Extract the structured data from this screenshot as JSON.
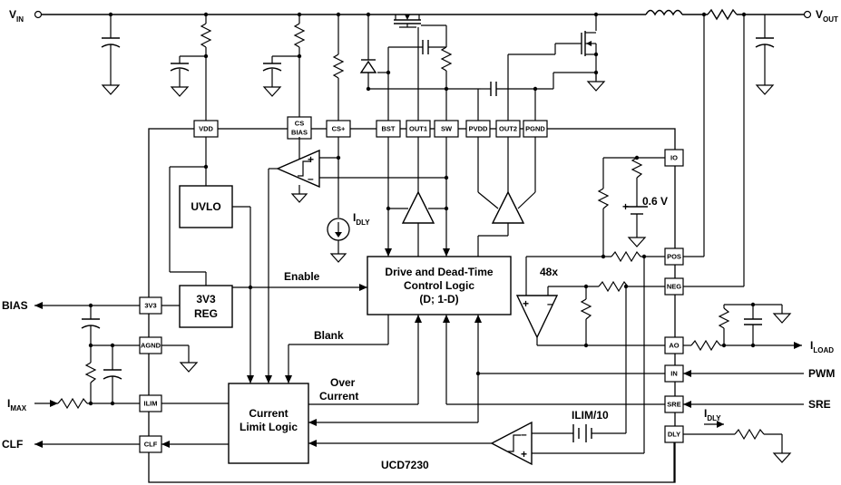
{
  "signals": {
    "vin": "V",
    "vin_sub": "IN",
    "vout": "V",
    "vout_sub": "OUT",
    "bias": "BIAS",
    "imax": "I",
    "imax_sub": "MAX",
    "clf": "CLF",
    "iload": "I",
    "iload_sub": "LOAD",
    "pwm": "PWM",
    "sre": "SRE",
    "idly": "I",
    "idly_sub": "DLY",
    "idly_src": "I",
    "idly_src_sub": "DLY"
  },
  "blocks": {
    "uvlo": "UVLO",
    "reg_line1": "3V3",
    "reg_line2": "REG",
    "drive_line1": "Drive and Dead-Time",
    "drive_line2": "Control Logic",
    "drive_line3": "(D; 1-D)",
    "clim_line1": "Current",
    "clim_line2": "Limit Logic"
  },
  "pins": {
    "vdd": "VDD",
    "cs_bias_1": "CS",
    "cs_bias_2": "BIAS",
    "cs_plus": "CS+",
    "bst": "BST",
    "out1": "OUT1",
    "sw": "SW",
    "pvdd": "PVDD",
    "out2": "OUT2",
    "pgnd": "PGND",
    "io": "IO",
    "pos": "POS",
    "neg": "NEG",
    "ao": "AO",
    "in": "IN",
    "sre": "SRE",
    "dly": "DLY",
    "v3v3": "3V3",
    "agnd": "AGND",
    "ilim": "ILIM",
    "clf": "CLF"
  },
  "labels": {
    "enable": "Enable",
    "blank": "Blank",
    "over_current_1": "Over",
    "over_current_2": "Current",
    "gain": "48x",
    "ilim10": "ILIM/10",
    "ref": "0.6 V",
    "chip": "UCD7230",
    "plus": "+",
    "minus": "–"
  }
}
